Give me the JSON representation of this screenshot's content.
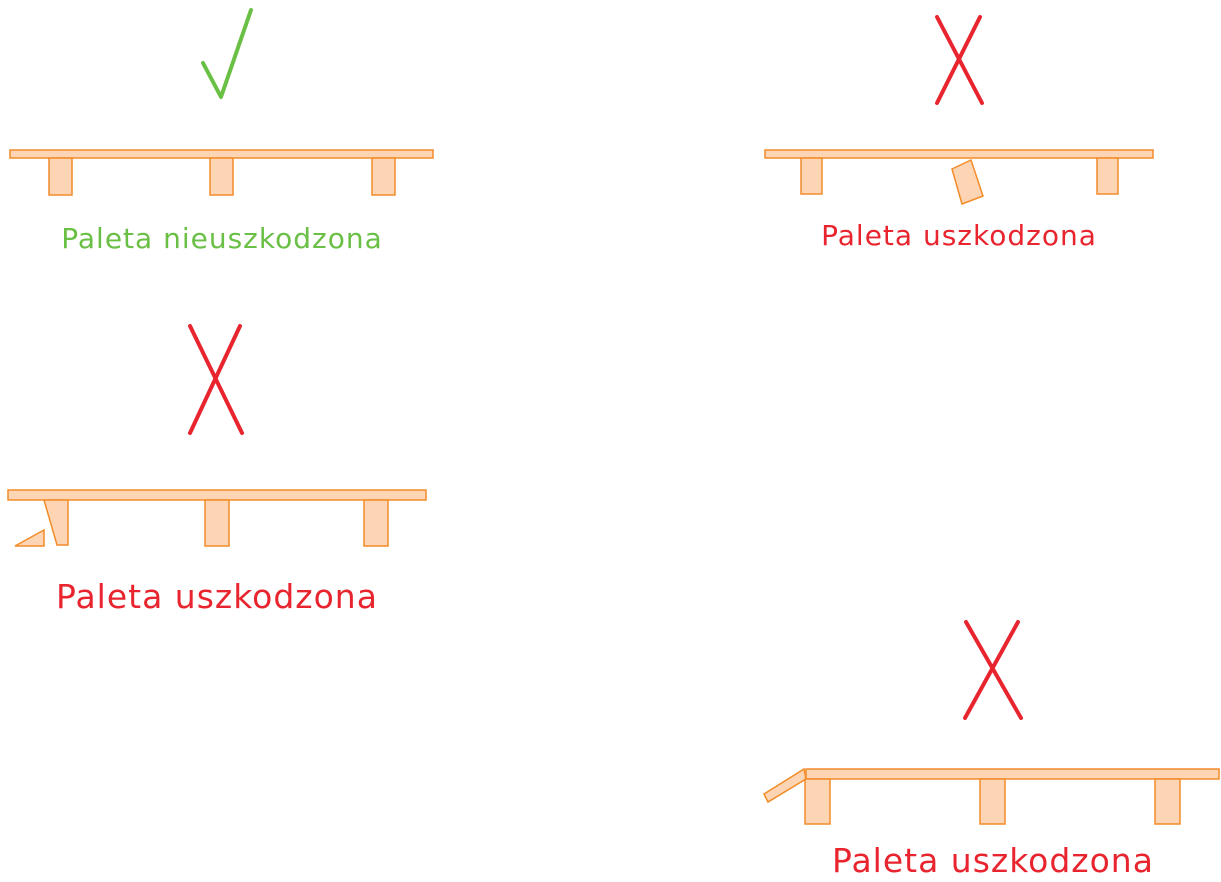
{
  "colors": {
    "wood_fill": "#fdd5b4",
    "wood_stroke": "#f28c28",
    "ok_green": "#6abf45",
    "bad_red": "#e8252f",
    "background": "#ffffff"
  },
  "panels": [
    {
      "id": "intact",
      "status": "ok",
      "mark_icon": "checkmark-icon",
      "damage": "none",
      "caption": "Paleta nieuszkodzona"
    },
    {
      "id": "tilted-block",
      "status": "damaged",
      "mark_icon": "x-mark-icon",
      "damage": "middle block dislodged and tilted",
      "caption": "Paleta uszkodzona"
    },
    {
      "id": "broken-corner-block",
      "status": "damaged",
      "mark_icon": "x-mark-icon",
      "damage": "end block split, fragment broken off",
      "caption": "Paleta uszkodzona"
    },
    {
      "id": "bent-deck-board",
      "status": "damaged",
      "mark_icon": "x-mark-icon",
      "damage": "deck board end bent downward",
      "caption": "Paleta uszkodzona"
    }
  ]
}
